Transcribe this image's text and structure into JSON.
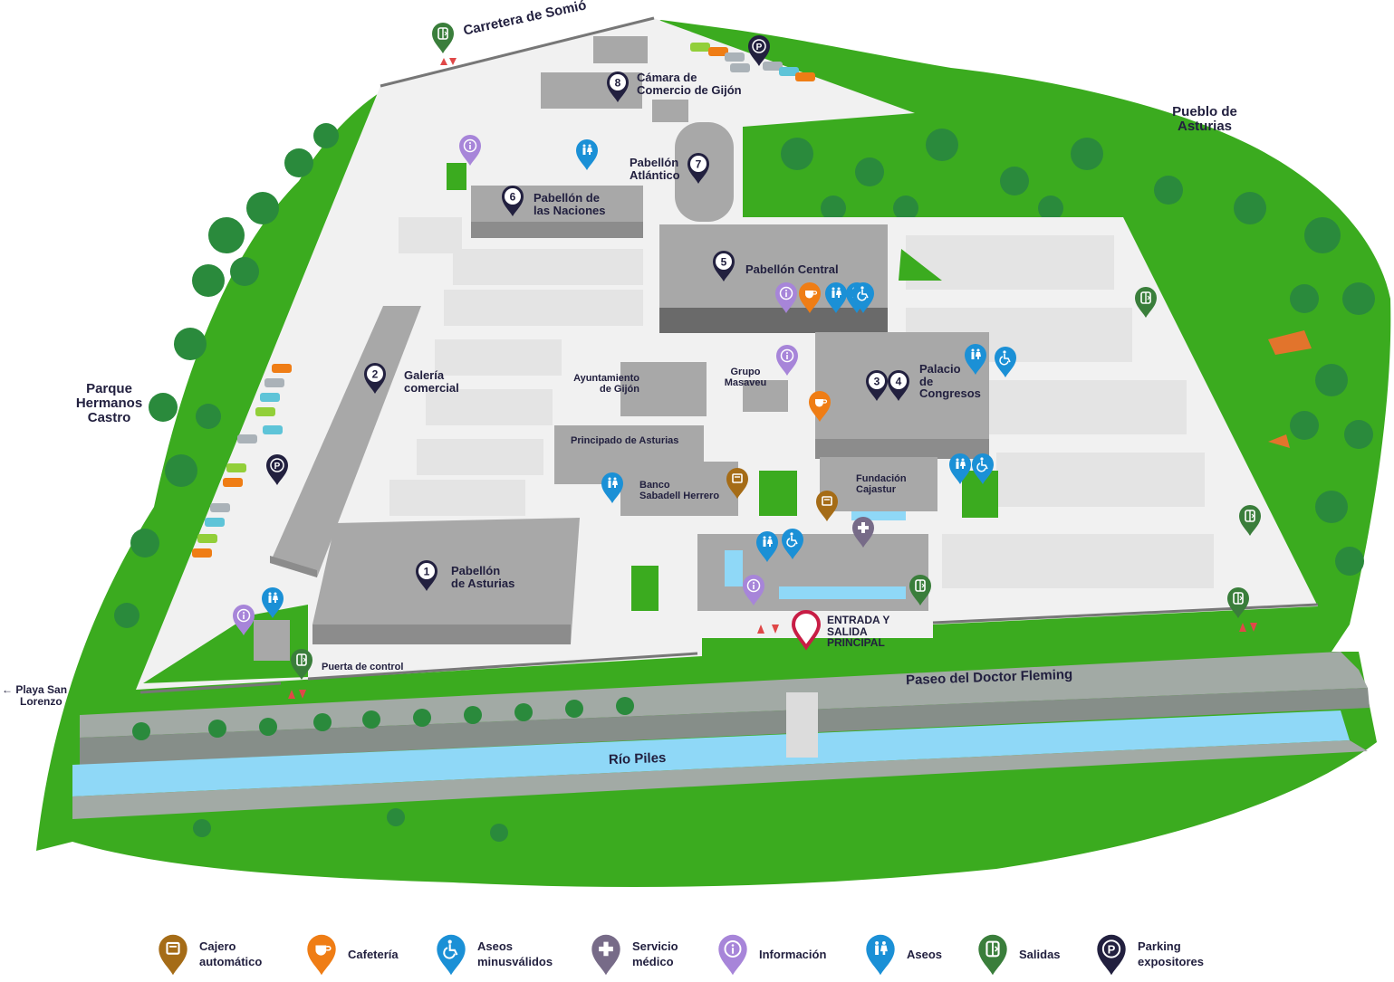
{
  "colors": {
    "grass": "#3bab1f",
    "trees": "#2a8a3c",
    "ground": "#f1f1f1",
    "building": "#a8a8a8",
    "river": "#8fd8f7",
    "road": "#a2aaa5",
    "cajero": "#a56c17",
    "cafeteria": "#ef7d15",
    "aseos": "#1b90d6",
    "servicio_medico": "#776b88",
    "informacion": "#a785d9",
    "salidas": "#3a7e3b",
    "parking": "#22203f",
    "entrance": "#c81d45"
  },
  "places": {
    "parque": [
      "Parque",
      "Hermanos",
      "Castro"
    ],
    "pueblo": [
      "Pueblo de",
      "Asturias"
    ],
    "playa": [
      "Playa San",
      "Lorenzo"
    ]
  },
  "roads": {
    "somio": "Carretera de Somió",
    "fleming": "Paseo del Doctor Fleming",
    "rio": "Río Piles",
    "puerta": "Puerta de control"
  },
  "buildings": [
    {
      "number": "1",
      "lines": [
        "Pabellón",
        "de Asturias"
      ]
    },
    {
      "number": "2",
      "lines": [
        "Galería",
        "comercial"
      ]
    },
    {
      "number": "3",
      "lines": []
    },
    {
      "number": "4",
      "lines": [
        "Palacio",
        "de",
        "Congresos"
      ]
    },
    {
      "number": "5",
      "lines": [
        "Pabellón Central"
      ]
    },
    {
      "number": "6",
      "lines": [
        "Pabellón de",
        "las Naciones"
      ]
    },
    {
      "number": "7",
      "lines": [
        "Pabellón",
        "Atlántico"
      ]
    },
    {
      "number": "8",
      "lines": [
        "Cámara de",
        "Comercio de Gijón"
      ]
    }
  ],
  "minor_labels": {
    "ayuntamiento": [
      "Ayuntamiento",
      "de Gijón"
    ],
    "masaveu": [
      "Grupo",
      "Masaveu"
    ],
    "principado": "Principado de Asturias",
    "sabadell": [
      "Banco",
      "Sabadell Herrero"
    ],
    "cajastur": [
      "Fundación",
      "Cajastur"
    ]
  },
  "entrance": [
    "ENTRADA Y",
    "SALIDA",
    "PRINCIPAL"
  ],
  "legend": [
    {
      "icon": "cajero",
      "lines": [
        "Cajero",
        "automático"
      ]
    },
    {
      "icon": "cafeteria",
      "lines": [
        "Cafetería"
      ]
    },
    {
      "icon": "aseos_minusvalidos",
      "lines": [
        "Aseos",
        "minusválidos"
      ]
    },
    {
      "icon": "servicio_medico",
      "lines": [
        "Servicio",
        "médico"
      ]
    },
    {
      "icon": "informacion",
      "lines": [
        "Información"
      ]
    },
    {
      "icon": "aseos",
      "lines": [
        "Aseos"
      ]
    },
    {
      "icon": "salidas",
      "lines": [
        "Salidas"
      ]
    },
    {
      "icon": "parking",
      "lines": [
        "Parking",
        "expositores"
      ]
    }
  ]
}
